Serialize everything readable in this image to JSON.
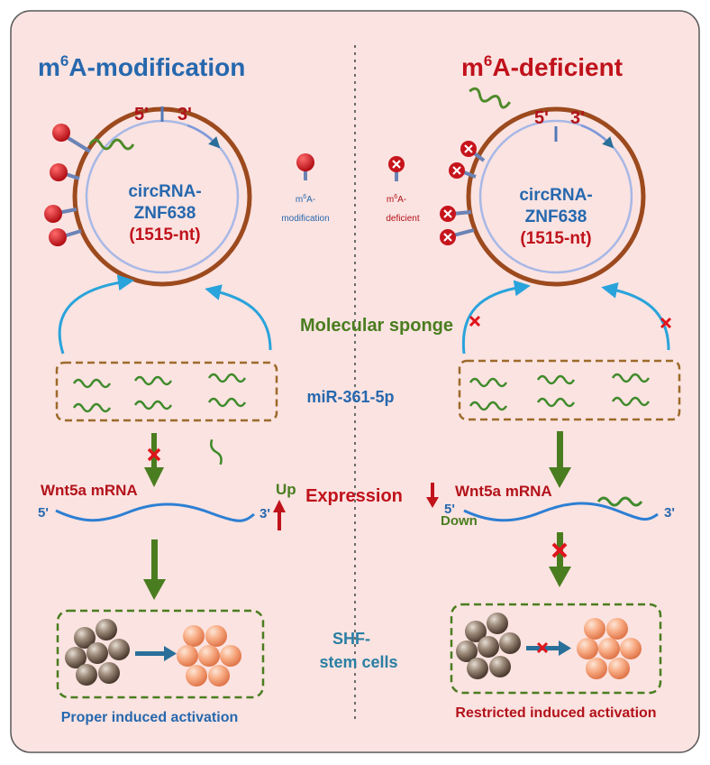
{
  "left_panel": {
    "title_prefix": "m",
    "title_sup": "6",
    "title_suffix": "A-modification",
    "five_prime": "5'",
    "three_prime": "3'",
    "circ_line1": "circRNA-",
    "circ_line2": "ZNF638",
    "circ_line3": "(1515-nt)",
    "mrna_label": "Wnt5a mRNA",
    "mrna_5": "5'",
    "mrna_3": "3'",
    "change_label": "Up",
    "outcome": "Proper induced activation"
  },
  "right_panel": {
    "title_prefix": "m",
    "title_sup": "6",
    "title_suffix": "A-deficient",
    "five_prime": "5'",
    "three_prime": "3'",
    "circ_line1": "circRNA-",
    "circ_line2": "ZNF638",
    "circ_line3": "(1515-nt)",
    "mrna_label": "Wnt5a mRNA",
    "mrna_5": "5'",
    "mrna_3": "3'",
    "change_label": "Down",
    "outcome": "Restricted induced activation"
  },
  "legend": {
    "mod_line1_prefix": "m",
    "mod_line1_sup": "6",
    "mod_line1_suffix": "A-",
    "mod_line2": "modification",
    "def_line1_prefix": "m",
    "def_line1_sup": "6",
    "def_line1_suffix": "A-",
    "def_line2": "deficient"
  },
  "center_labels": {
    "molecular_sponge": "Molecular sponge",
    "mirna": "miR-361-5p",
    "expression": "Expression",
    "shf_line1": "SHF-",
    "shf_line2": "stem cells"
  },
  "colors": {
    "background": "#fbe3e1",
    "blue_title": "#2668ae",
    "dark_red": "#b3121a",
    "green": "#4a7d1f",
    "brown_ring": "#9c4a1e",
    "cyan_arrow": "#29a3db",
    "cell_brown": "#7d6a5c",
    "cell_orange": "#f6a77c"
  }
}
